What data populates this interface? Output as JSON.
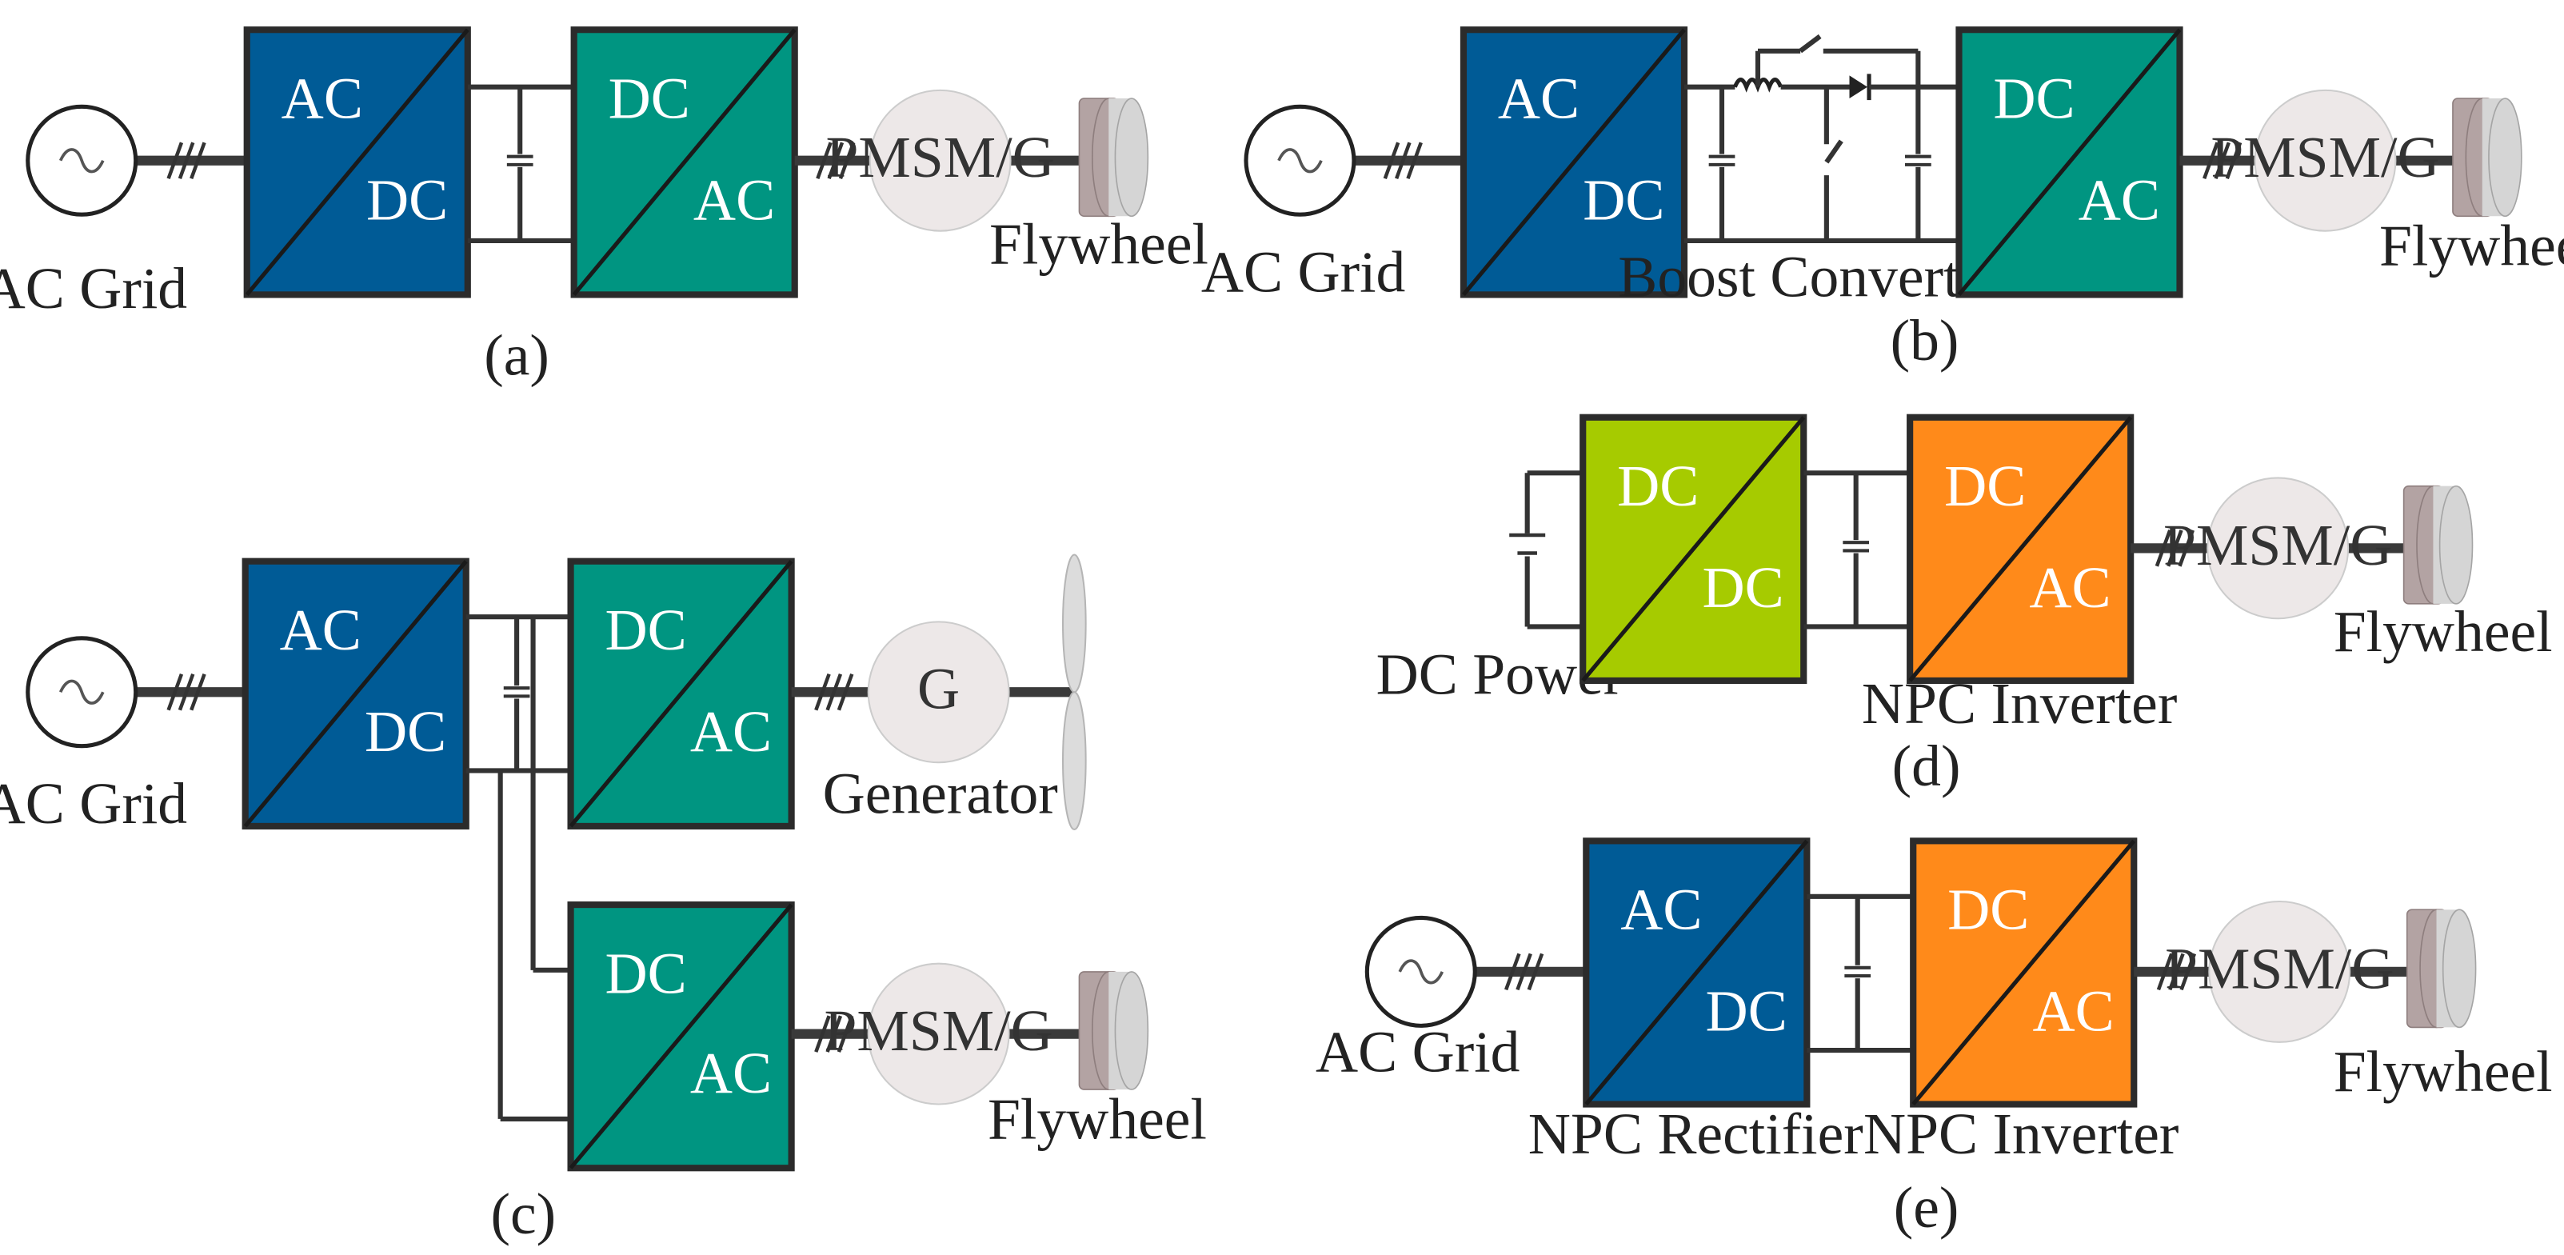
{
  "colors": {
    "ac_dc": "#005B96",
    "dc_ac_green": "#009581",
    "dc_dc": "#A6CB00",
    "npc_inverter": "#FF8A1A",
    "motor_fill": "#EDE8E8",
    "flywheel_face": "#D5D5D5",
    "flywheel_rim": "#B3A3A3"
  },
  "icons": {
    "ac_source": "sine-in-circle",
    "flywheel": "disc",
    "turbine": "two-blade-rotor",
    "battery": "cell",
    "capacitor": "parallel-plates",
    "inductor": "coil",
    "diode": "triangle-bar",
    "switch": "open-contact"
  },
  "labels": {
    "ac": "AC",
    "dc": "DC",
    "pmsm": "PMSM/G",
    "g": "G",
    "ac_grid": "AC Grid",
    "flywheel": "Flywheel",
    "generator": "Generator",
    "boost_converter": "Boost Converter",
    "dc_power": "DC Power",
    "npc_inverter": "NPC Inverter",
    "npc_rectifier": "NPC Rectifier"
  },
  "panels": {
    "a": {
      "caption": "(a)"
    },
    "b": {
      "caption": "(b)"
    },
    "c": {
      "caption": "(c)"
    },
    "d": {
      "caption": "(d)"
    },
    "e": {
      "caption": "(e)"
    }
  }
}
